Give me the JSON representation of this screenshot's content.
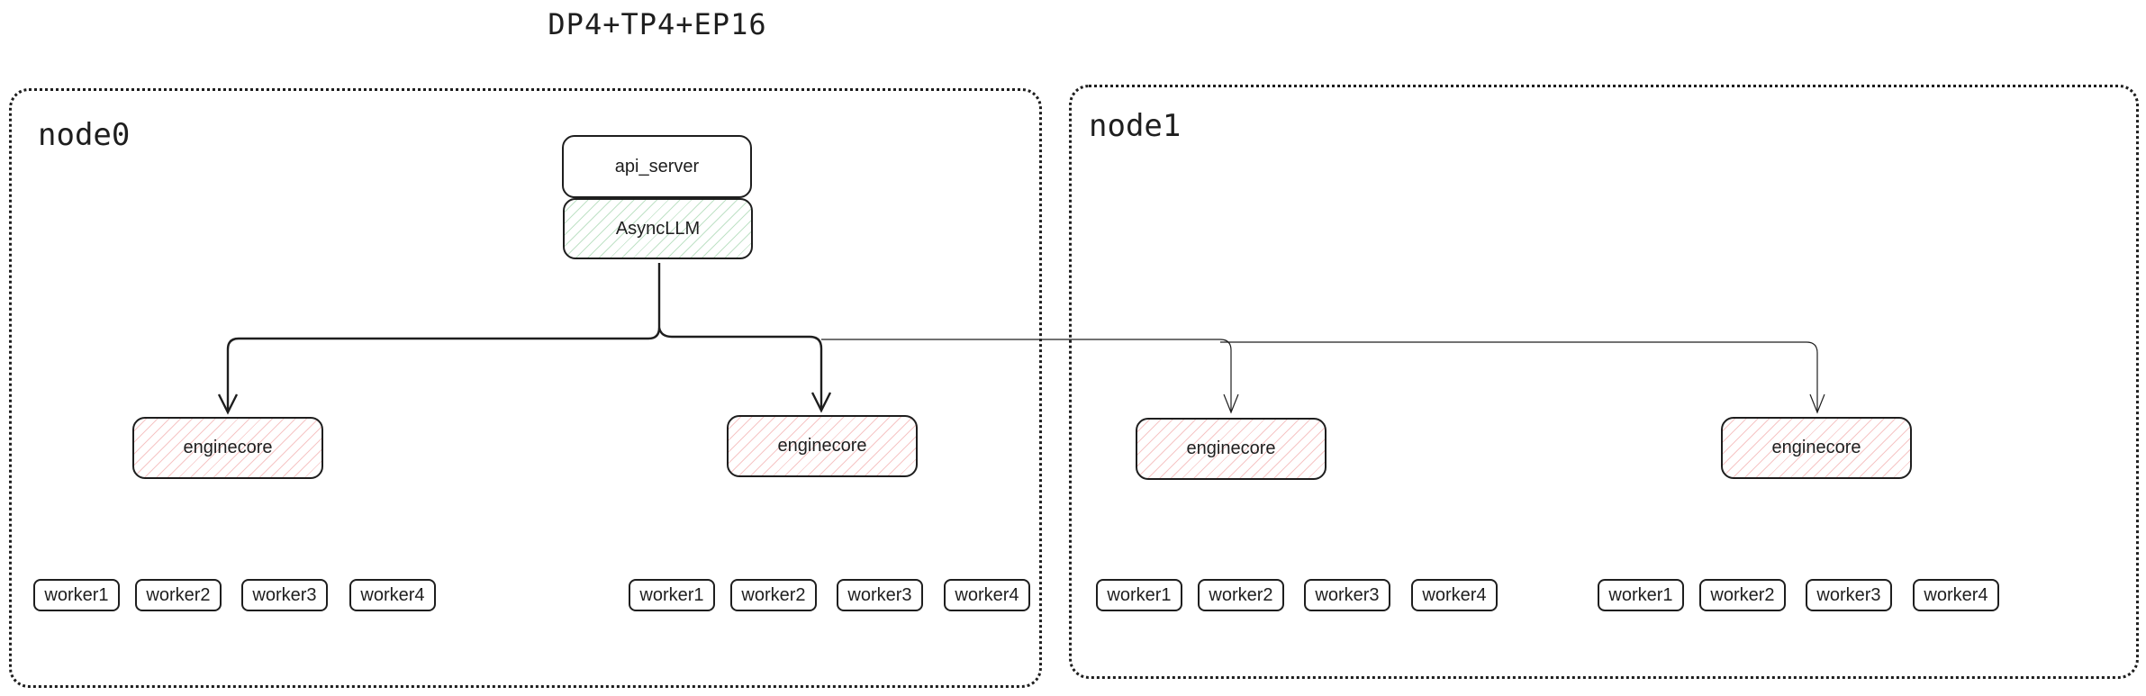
{
  "title": "DP4+TP4+EP16",
  "nodes": [
    {
      "label": "node0",
      "enginecores": [
        {
          "label": "enginecore",
          "workers": [
            "worker1",
            "worker2",
            "worker3",
            "worker4"
          ]
        },
        {
          "label": "enginecore",
          "workers": [
            "worker1",
            "worker2",
            "worker3",
            "worker4"
          ]
        }
      ]
    },
    {
      "label": "node1",
      "enginecores": [
        {
          "label": "enginecore",
          "workers": [
            "worker1",
            "worker2",
            "worker3",
            "worker4"
          ]
        },
        {
          "label": "enginecore",
          "workers": [
            "worker1",
            "worker2",
            "worker3",
            "worker4"
          ]
        }
      ]
    }
  ],
  "api_server": "api_server",
  "async_llm": "AsyncLLM",
  "colors": {
    "enginecore_hatch": "#e03131",
    "asyncllm_hatch": "#2f9e44",
    "stroke": "#1e1e1e"
  }
}
